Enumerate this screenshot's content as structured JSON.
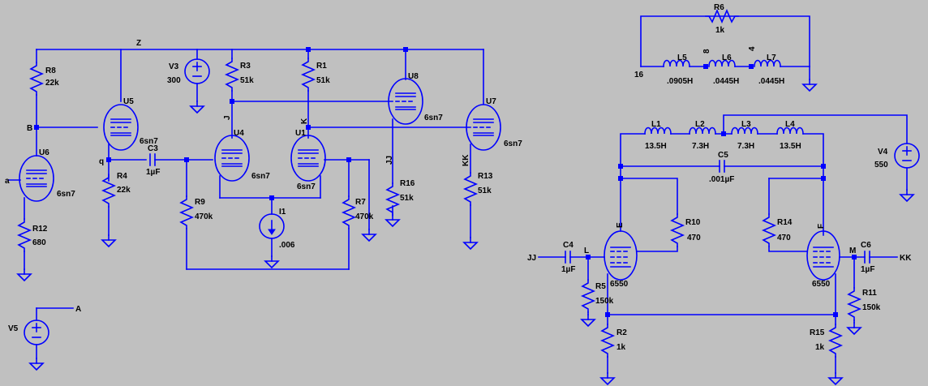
{
  "nodes": {
    "Z": "Z",
    "B": "B",
    "q": "q",
    "a": "a",
    "J": "J",
    "K": "K",
    "JJ_vert": "JJ",
    "KK_vert": "KK",
    "A": "A",
    "E": "E",
    "F": "F",
    "L": "L",
    "M": "M",
    "JJ_in": "JJ",
    "KK_out": "KK",
    "n16": "16",
    "n8": "8",
    "n4": "4"
  },
  "components": {
    "R8": {
      "name": "R8",
      "value": "22k"
    },
    "R3": {
      "name": "R3",
      "value": "51k"
    },
    "R1": {
      "name": "R1",
      "value": "51k"
    },
    "R4": {
      "name": "R4",
      "value": "22k"
    },
    "R12": {
      "name": "R12",
      "value": "680"
    },
    "R9": {
      "name": "R9",
      "value": "470k"
    },
    "R7": {
      "name": "R7",
      "value": "470k"
    },
    "R16": {
      "name": "R16",
      "value": "51k"
    },
    "R13": {
      "name": "R13",
      "value": "51k"
    },
    "R6": {
      "name": "R6",
      "value": "1k"
    },
    "R10": {
      "name": "R10",
      "value": "470"
    },
    "R14": {
      "name": "R14",
      "value": "470"
    },
    "R5": {
      "name": "R5",
      "value": "150k"
    },
    "R11": {
      "name": "R11",
      "value": "150k"
    },
    "R2": {
      "name": "R2",
      "value": "1k"
    },
    "R15": {
      "name": "R15",
      "value": "1k"
    },
    "C3": {
      "name": "C3",
      "value": "1µF"
    },
    "C4": {
      "name": "C4",
      "value": "1µF"
    },
    "C5": {
      "name": "C5",
      "value": ".001µF"
    },
    "C6": {
      "name": "C6",
      "value": "1µF"
    },
    "L1": {
      "name": "L1",
      "value": "13.5H"
    },
    "L2": {
      "name": "L2",
      "value": "7.3H"
    },
    "L3": {
      "name": "L3",
      "value": "7.3H"
    },
    "L4": {
      "name": "L4",
      "value": "13.5H"
    },
    "L5": {
      "name": "L5",
      "value": ".0905H"
    },
    "L6": {
      "name": "L6",
      "value": ".0445H"
    },
    "L7": {
      "name": "L7",
      "value": ".0445H"
    },
    "V3": {
      "name": "V3",
      "value": "300"
    },
    "V4": {
      "name": "V4",
      "value": "550"
    },
    "V5": {
      "name": "V5"
    },
    "I1": {
      "name": "I1",
      "value": ".006"
    },
    "U5": {
      "name": "U5",
      "value": "6sn7"
    },
    "U6": {
      "name": "U6",
      "value": "6sn7"
    },
    "U4": {
      "name": "U4",
      "value": "6sn7"
    },
    "U1": {
      "name": "U1",
      "value": "6sn7"
    },
    "U8": {
      "name": "U8",
      "value": "6sn7"
    },
    "U7": {
      "name": "U7",
      "value": "6sn7"
    },
    "E_tube": {
      "value": "6550"
    },
    "F_tube": {
      "value": "6550"
    }
  },
  "colors": {
    "wire": "#0000ff",
    "background": "#c0c0c0",
    "text": "#000000"
  }
}
